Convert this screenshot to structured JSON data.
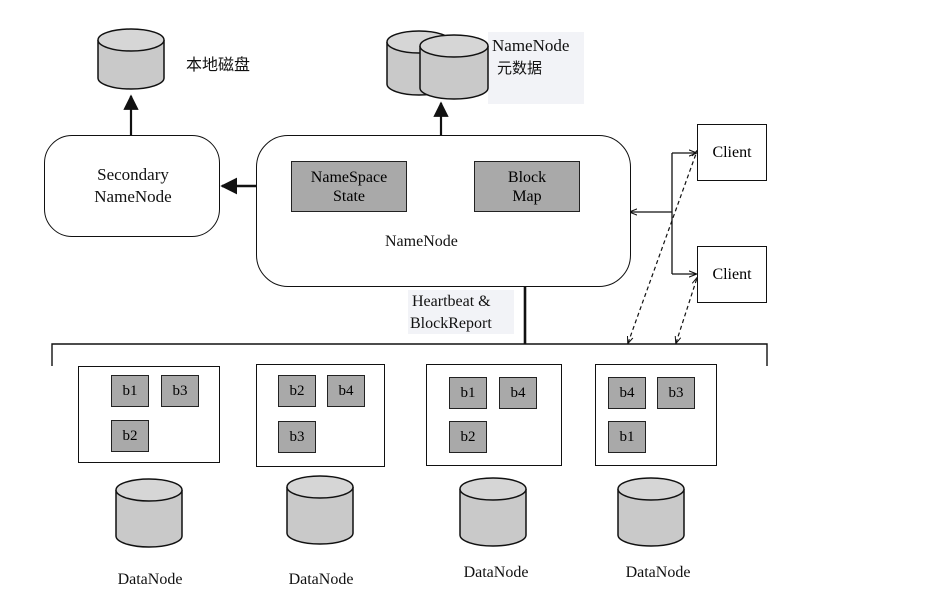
{
  "secondary_namenode": {
    "line1": "Secondary",
    "line2": "NameNode"
  },
  "local_disk": {
    "label": "本地磁盘"
  },
  "namenode": {
    "label": "NameNode",
    "namespace_line1": "NameSpace",
    "namespace_line2": "State",
    "blockmap_line1": "Block",
    "blockmap_line2": "Map"
  },
  "metadata": {
    "line1": "NameNode",
    "line2": "元数据"
  },
  "heartbeat": {
    "line1": "Heartbeat &",
    "line2": "BlockReport"
  },
  "clients": [
    "Client",
    "Client"
  ],
  "datanodes": [
    {
      "label": "DataNode",
      "blocks": [
        "b1",
        "b3",
        "b2"
      ]
    },
    {
      "label": "DataNode",
      "blocks": [
        "b2",
        "b4",
        "b3"
      ]
    },
    {
      "label": "DataNode",
      "blocks": [
        "b1",
        "b4",
        "b2"
      ]
    },
    {
      "label": "DataNode",
      "blocks": [
        "b4",
        "b3",
        "b1"
      ]
    }
  ]
}
